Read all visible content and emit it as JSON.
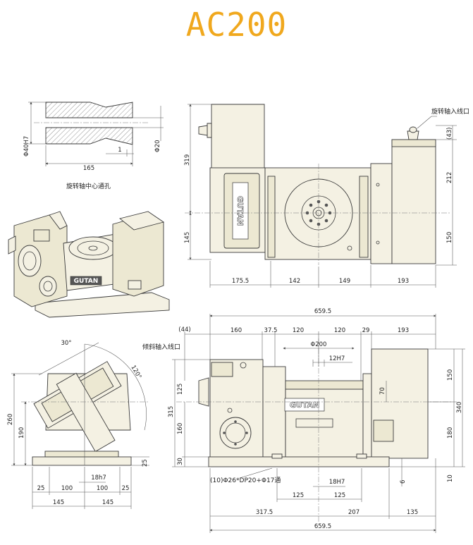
{
  "title": "AC200",
  "colors": {
    "title": "#f0a81e",
    "body": "#f4f1e3",
    "line": "#3a3a3a"
  },
  "captions": {
    "bore": "旋转轴中心通孔",
    "rotary_inlet": "旋转轴入线口",
    "tilt_inlet": "倾斜轴入线口",
    "through_holes": "(10)Φ26*DP20+Φ17通"
  },
  "logo": "GUTAN",
  "dims": {
    "bore_phi40": "Φ40H7",
    "bore_phi20": "Φ20",
    "bore_len": "165",
    "bore_step": "1",
    "top_319": "319",
    "top_145": "145",
    "top_1755": "175.5",
    "top_142": "142",
    "top_149": "149",
    "top_193": "193",
    "top_43": "(43)",
    "top_212": "212",
    "top_150": "150",
    "tilt_30": "30°",
    "tilt_120": "120°",
    "side_260": "260",
    "side_190": "190",
    "side_25": "25",
    "side_100": "100",
    "side_18h7": "18h7",
    "side_145": "145",
    "side_25v": "25",
    "front_6595": "659.5",
    "front_44": "(44)",
    "front_160": "160",
    "front_375": "37.5",
    "front_120": "120",
    "front_29": "29",
    "front_193": "193",
    "front_phi200": "Φ200",
    "front_12h7": "12H7",
    "front_125": "125",
    "front_315": "315",
    "front_30": "30",
    "front_70": "70",
    "front_150": "150",
    "front_180": "180",
    "front_340": "340",
    "front_10": "10",
    "front_6": "6",
    "front_18H7": "18H7",
    "front_3175": "317.5",
    "front_207": "207",
    "front_135": "135"
  }
}
